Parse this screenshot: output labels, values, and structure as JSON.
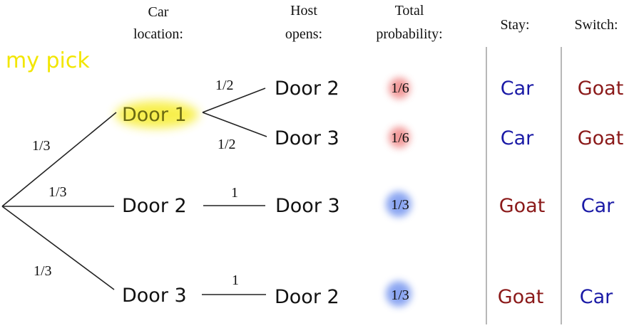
{
  "headers": {
    "car_location": [
      "Car",
      "location:"
    ],
    "host_opens": [
      "Host",
      "opens:"
    ],
    "total_probability": [
      "Total",
      "probability:"
    ],
    "stay": "Stay:",
    "switch": "Switch:"
  },
  "annotation": {
    "my_pick": "my pick"
  },
  "first_level": {
    "edges": [
      "1/3",
      "1/3",
      "1/3"
    ],
    "nodes": [
      "Door 1",
      "Door 2",
      "Door 3"
    ]
  },
  "second_level": {
    "edges": [
      "1/2",
      "1/2",
      "1",
      "1"
    ],
    "nodes": [
      "Door 2",
      "Door 3",
      "Door 3",
      "Door 2"
    ]
  },
  "probabilities": [
    "1/6",
    "1/6",
    "1/3",
    "1/3"
  ],
  "stay_results": [
    "Car",
    "Car",
    "Goat",
    "Goat"
  ],
  "switch_results": [
    "Goat",
    "Goat",
    "Car",
    "Car"
  ],
  "colors": {
    "car": "#1a1aa6",
    "goat": "#8b1a1a",
    "my_pick": "#f2e600",
    "highlight": "#f7ee3a",
    "prob_red": "#f08a8a",
    "prob_blue": "#7f9cf0",
    "line": "#222222",
    "divider": "#888888"
  }
}
